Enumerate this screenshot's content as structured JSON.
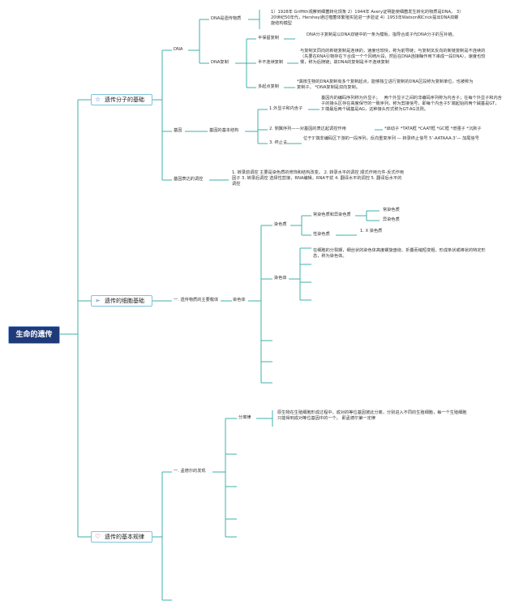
{
  "root": "生命的遗传",
  "branches": {
    "molecule": {
      "label": "遗传分子的基础",
      "icon": "star-icon",
      "dna": {
        "label": "DNA",
        "genetic_material": {
          "label": "DNA是遗传物质",
          "text": "1）1928年 Griffith观察到细菌转化现象 2）1944年 Avery证明能使细菌发生转化的物质是DNA。 3）20世纪50年代，Hershey通过噬菌体繁殖实验进一步验证 4）1953年Watson和Crick提出DNA双螺旋结构模型"
        },
        "replication": {
          "label": "DNA复制",
          "semi": {
            "label": "半保留复制",
            "text": "DNA分子复制是以DNA双链中的一条为模板，指导合成子代DNA分子的互补链。"
          },
          "semi_discontinuous": {
            "label": "半不连续复制",
            "text": "与复制叉同向的新链复制是连续的，速度也较快，称为前导链；与复制叉反向的新链复制是不连续的（先要在RNA引物存在下合成一个个冈崎片段，然后在DNA连接酶作用下串成一段DNA），速度也较慢，称为后随链；故DNA的复制是半不连续复制"
          },
          "multi_origin": {
            "label": "多起点复制",
            "text": "*真核生物的DNA复制有多个复制起点，能够独立进行复制的DNA区段称为复制单位，也被称为复制子。 *DNA复制是双向复制。"
          }
        }
      },
      "gene": {
        "label": "基因",
        "structure": {
          "label": "基因的基本结构",
          "promoter": {
            "label": "1.外显子和内含子",
            "text": "基因内的编码序列称为外显子；   两个外显子之间的非编码序列称为内含子；在每个外显子和内含子的接头区存在高度保守的一致序列，称为剪接信号，即每个内含子5’端起始的两个碱基是GT，3’端最后两个碱基是AG，这种接头形式称为GT-AG法则。"
          },
          "regulatory": {
            "label": "2. 侧翼序列——对基因的表达起调控作用",
            "text": "*启动子 *TATA框 *CAAT框 *GC框 *增强子 *沉默子"
          },
          "terminator": {
            "label": "3. 终止子",
            "text": "位于3’端非编码区下游的一段序列，反向重复序列 — 转录终止信号 5’-AATAAA-3’— 加尾信号"
          }
        }
      },
      "regulation": {
        "label": "基因表达的调控",
        "text": "1. 转录前调控 主要是染色质的修饰和结构改变。 2. 转录水平的调控 顺式作用元件-反式作用因子 3. 转录后调控 选择性剪接，RNA编辑，RNA干扰 4. 翻译水平的调控 5. 翻译后水平的调控"
      }
    },
    "cell": {
      "label": "遗传的细胞基础",
      "icon": "send-icon",
      "carrier": {
        "label": "一. 遗传物质的主要载体",
        "sub": "染色体"
      },
      "chromatin": {
        "label": "染色质",
        "euchromatin": {
          "label": "常染色质和异染色质",
          "items": [
            "常染色质",
            "异染色质"
          ]
        },
        "sex": {
          "label": "性染色质",
          "item": "1. X 染色质"
        }
      },
      "chromosome": {
        "label": "染色体",
        "text": "在细胞的分裂期，细丝状的染色体高度螺旋盘绕、折叠而缩短变粗，形成条状或棒状的特定形态，称为染色体。"
      }
    },
    "law": {
      "label": "遗传的基本规律",
      "icon": "heart-icon",
      "mendel": {
        "label": "一. 孟德尔的发现"
      },
      "segregation": {
        "label": "分离律",
        "text": "原生物在生殖细胞形成过程中，成对的等位基因彼此分离，分别进入不同的生殖细胞，每一个生殖细胞只能得到成对等位基因中的一个。 即孟德尔第一定律"
      }
    }
  },
  "colors": {
    "root_bg": "#1f3a78",
    "line": "#3fb0aa",
    "box_border": "#7fc4d9"
  }
}
